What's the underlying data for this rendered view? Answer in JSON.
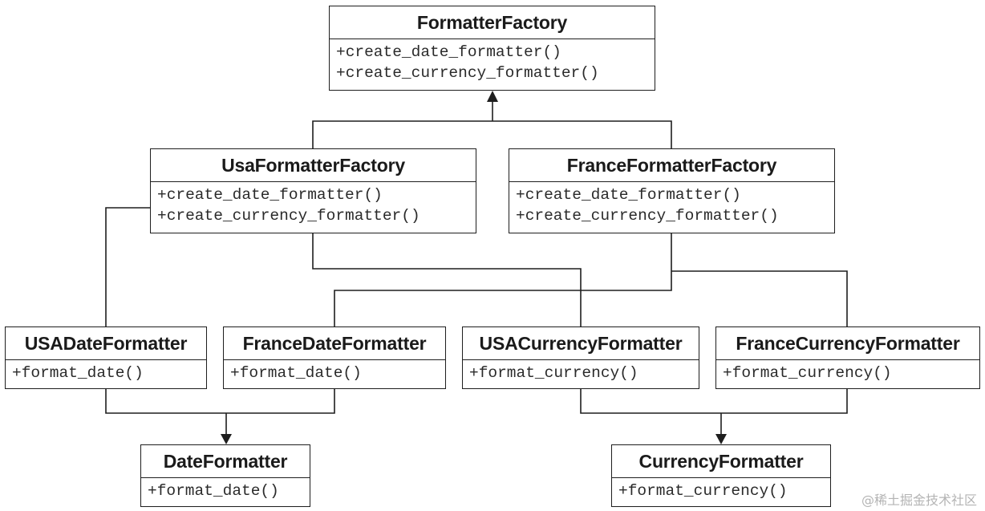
{
  "classes": {
    "formatter_factory": {
      "name": "FormatterFactory",
      "methods": [
        "+create_date_formatter()",
        "+create_currency_formatter()"
      ]
    },
    "usa_formatter_factory": {
      "name": "UsaFormatterFactory",
      "methods": [
        "+create_date_formatter()",
        "+create_currency_formatter()"
      ]
    },
    "france_formatter_factory": {
      "name": "FranceFormatterFactory",
      "methods": [
        "+create_date_formatter()",
        "+create_currency_formatter()"
      ]
    },
    "usa_date_formatter": {
      "name": "USADateFormatter",
      "methods": [
        "+format_date()"
      ]
    },
    "france_date_formatter": {
      "name": "FranceDateFormatter",
      "methods": [
        "+format_date()"
      ]
    },
    "usa_currency_formatter": {
      "name": "USACurrencyFormatter",
      "methods": [
        "+format_currency()"
      ]
    },
    "france_currency_formatter": {
      "name": "FranceCurrencyFormatter",
      "methods": [
        "+format_currency()"
      ]
    },
    "date_formatter": {
      "name": "DateFormatter",
      "methods": [
        "+format_date()"
      ]
    },
    "currency_formatter": {
      "name": "CurrencyFormatter",
      "methods": [
        "+format_currency()"
      ]
    }
  },
  "watermark": "@稀土掘金技术社区"
}
